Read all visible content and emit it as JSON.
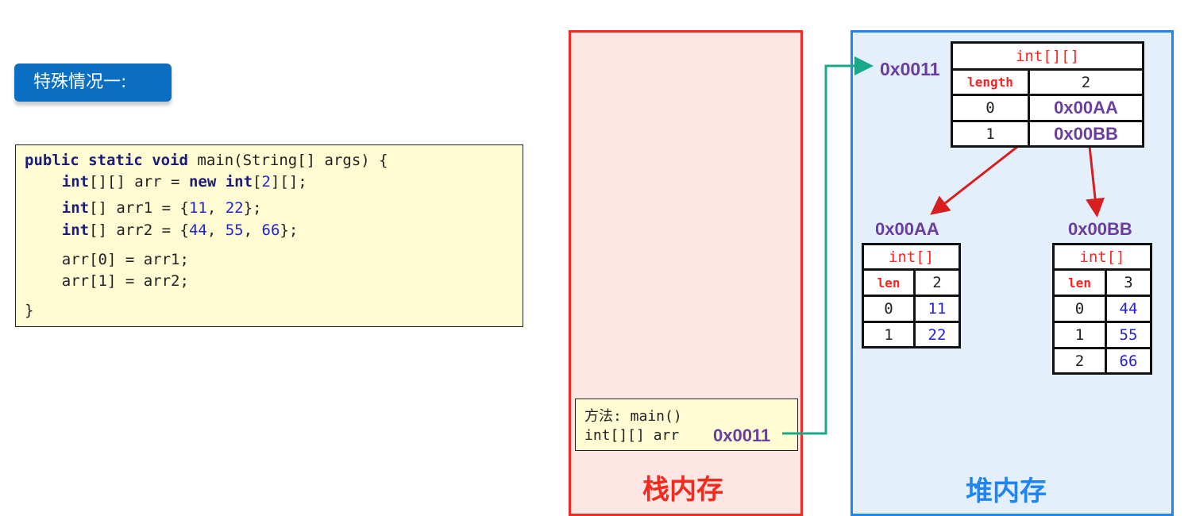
{
  "title": "特殊情况一:",
  "code_lines": [
    [
      [
        "public",
        "kw"
      ],
      [
        " ",
        ""
      ],
      [
        "static",
        "kw"
      ],
      [
        " ",
        ""
      ],
      [
        "void",
        "kw"
      ],
      [
        " main(String[] args) {",
        ""
      ]
    ],
    [
      [
        "    ",
        ""
      ],
      [
        "int",
        "kw"
      ],
      [
        "[][] arr = ",
        ""
      ],
      [
        "new",
        "kw"
      ],
      [
        " ",
        ""
      ],
      [
        "int",
        "kw"
      ],
      [
        "[",
        ""
      ],
      [
        "2",
        "num"
      ],
      [
        "][];",
        ""
      ]
    ],
    [
      [
        "    ",
        ""
      ],
      [
        "int",
        "kw"
      ],
      [
        "[] arr1 = {",
        ""
      ],
      [
        "11",
        "num"
      ],
      [
        ", ",
        ""
      ],
      [
        "22",
        "num"
      ],
      [
        "};",
        ""
      ]
    ],
    [
      [
        "    ",
        ""
      ],
      [
        "int",
        "kw"
      ],
      [
        "[] arr2 = {",
        ""
      ],
      [
        "44",
        "num"
      ],
      [
        ", ",
        ""
      ],
      [
        "55",
        "num"
      ],
      [
        ", ",
        ""
      ],
      [
        "66",
        "num"
      ],
      [
        "};",
        ""
      ]
    ],
    [
      [
        "    arr[0] = arr1;",
        ""
      ]
    ],
    [
      [
        "    arr[1] = arr2;",
        ""
      ]
    ],
    [
      [
        "}",
        ""
      ]
    ]
  ],
  "stack": {
    "label": "栈内存",
    "frame": {
      "method": "方法: main()",
      "var": "int[][] arr",
      "value": "0x0011"
    }
  },
  "heap": {
    "label": "堆内存",
    "outer": {
      "address": "0x0011",
      "type": "int[][]",
      "length_label": "length",
      "length": "2",
      "rows": [
        {
          "index": "0",
          "value": "0x00AA"
        },
        {
          "index": "1",
          "value": "0x00BB"
        }
      ]
    },
    "arr1": {
      "address": "0x00AA",
      "type": "int[]",
      "length_label": "len",
      "length": "2",
      "rows": [
        {
          "index": "0",
          "value": "11"
        },
        {
          "index": "1",
          "value": "22"
        }
      ]
    },
    "arr2": {
      "address": "0x00BB",
      "type": "int[]",
      "length_label": "len",
      "length": "3",
      "rows": [
        {
          "index": "0",
          "value": "44"
        },
        {
          "index": "1",
          "value": "55"
        },
        {
          "index": "2",
          "value": "66"
        }
      ]
    }
  },
  "colors": {
    "stack_border": "#f52a1e",
    "heap_border": "#1f85f5",
    "pointer_stack": "#1aa88a",
    "pointer_heap": "#d81e1e"
  }
}
